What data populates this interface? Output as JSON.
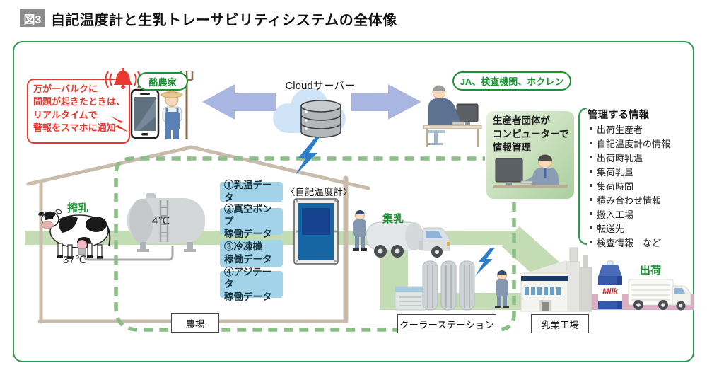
{
  "title": {
    "badge": "図3",
    "text": "自記温度計と生乳トレーサビリティシステムの全体像"
  },
  "alert_callout": {
    "text": "万が一バルクに\n問題が起きたときは、\nリアルタイムで\n警報をスマホに通知"
  },
  "labels": {
    "farmer": "酪農家",
    "cloud_server": "Cloudサーバー",
    "ja_org": "JA、検査機関、ホクレン",
    "producer_box": "生産者団体が\nコンピューターで\n情報管理",
    "milking": "搾乳",
    "cow_temp": "37℃",
    "tank_temp": "4℃",
    "thermometer": "〈自記温度計〉",
    "farm": "農場",
    "collection": "集乳",
    "cooler_station": "クーラーステーション",
    "dairy_factory": "乳業工場",
    "shipping": "出荷",
    "milk_carton": "Milk"
  },
  "data_boxes": [
    "①乳温データ",
    "②真空ポンプ\n 稼働データ",
    "③冷凍機\n 稼働データ",
    "④アジテータ\n 稼働データ"
  ],
  "managed_info": {
    "header": "管理する情報",
    "items": [
      "出荷生産者",
      "自記温度計の情報",
      "出荷時乳温",
      "集荷乳量",
      "集荷時間",
      "積み合わせ情報",
      "搬入工場",
      "転送先",
      "検査情報　など"
    ]
  },
  "colors": {
    "frame_green": "#2d9a4e",
    "label_green": "#1a9431",
    "alert_red": "#e8382f",
    "arrow_blue": "#aab6e2",
    "data_box_blue": "#a3d3e8",
    "route_green": "#c3dcb4",
    "dashed_green": "#8cbe88",
    "barn_tan": "#c9bcab",
    "shipping_pink": "#d9aec3",
    "device_blue": "#1566a3",
    "lightning_blue": "#2d7dc8"
  }
}
